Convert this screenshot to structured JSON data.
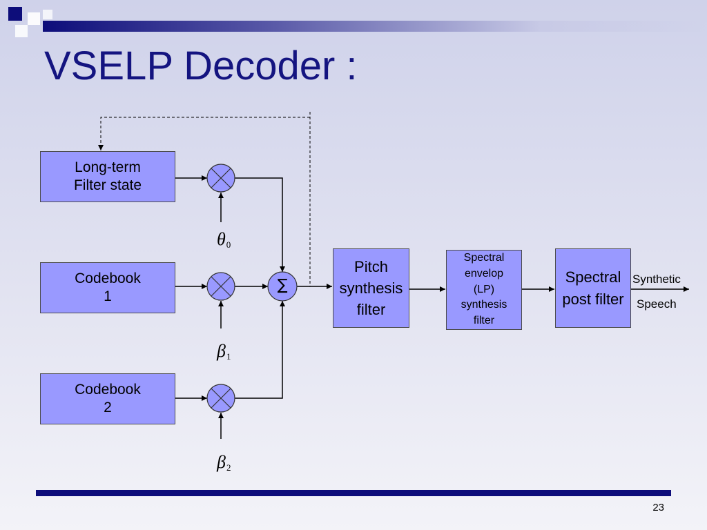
{
  "slide": {
    "title": "VSELP Decoder :",
    "page_number": "23"
  },
  "colors": {
    "title": "#141480",
    "block_fill": "#9999ff",
    "accent_navy": "#0d0d7a",
    "background": "#dcdeef"
  },
  "blocks": {
    "long_term": {
      "line1": "Long-term",
      "line2": "Filter state"
    },
    "codebook1": {
      "line1": "Codebook",
      "line2": "1"
    },
    "codebook2": {
      "line1": "Codebook",
      "line2": "2"
    },
    "pitch": {
      "line1": "Pitch",
      "line2": "synthesis",
      "line3": "filter"
    },
    "spectral_envelope": {
      "line1": "Spectral",
      "line2": "envelop",
      "line3": "(LP)",
      "line4": "synthesis",
      "line5": "filter"
    },
    "spectral_post": {
      "line1": "Spectral",
      "line2": "post filter"
    }
  },
  "gains": {
    "theta0": {
      "symbol": "θ",
      "subscript": "0"
    },
    "beta1": {
      "symbol": "β",
      "subscript": "1"
    },
    "beta2": {
      "symbol": "β",
      "subscript": "2"
    }
  },
  "summer": {
    "symbol": "∑"
  },
  "output_label": {
    "line1": "Synthetic",
    "line2": "Speech"
  },
  "icons": [
    "multiplier-icon",
    "summation-icon",
    "arrow-icon"
  ]
}
